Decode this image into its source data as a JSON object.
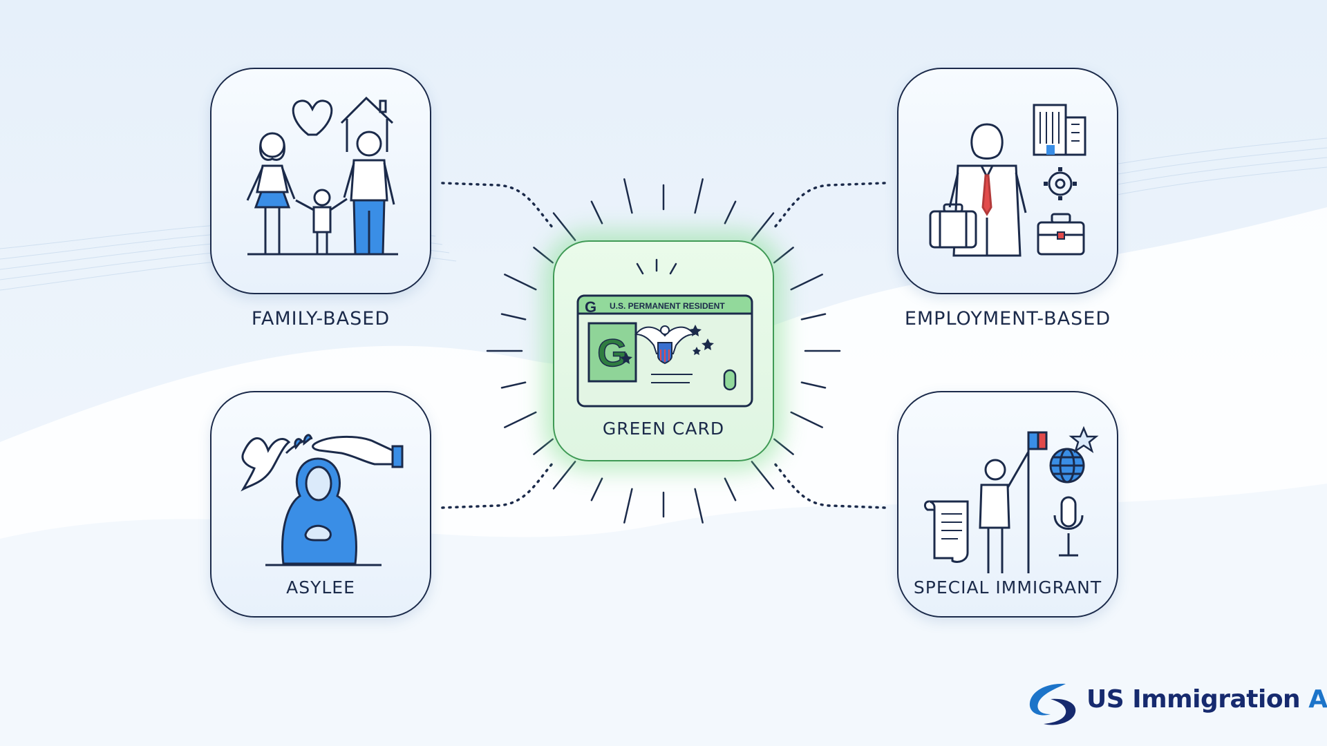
{
  "nodes": {
    "family": {
      "label": "FAMILY-BASED"
    },
    "employment": {
      "label": "EMPLOYMENT-BASED"
    },
    "asylee": {
      "label": "ASYLEE"
    },
    "special": {
      "label": "SPECIAL IMMIGRANT"
    },
    "center": {
      "label": "GREEN CARD",
      "card_header": "U.S. PERMANENT RESIDENT",
      "card_letter": "G"
    }
  },
  "icons": {
    "family": [
      "heart-icon",
      "house-icon",
      "family-icon"
    ],
    "employment": [
      "businessman-icon",
      "building-icon",
      "gear-icon",
      "suitcase-icon",
      "briefcase-icon"
    ],
    "asylee": [
      "dove-icon",
      "protecting-hand-icon",
      "hooded-person-icon"
    ],
    "special": [
      "scroll-icon",
      "person-with-flag-icon",
      "globe-icon",
      "star-icon",
      "microphone-icon"
    ],
    "center": [
      "green-card-icon",
      "eagle-seal-icon"
    ]
  },
  "brand": {
    "name": "US Immigration",
    "suffix": "AI",
    "logo_icon": "swoosh-logo-icon"
  },
  "colors": {
    "outline": "#1b2a4a",
    "accent_blue": "#3a8ee6",
    "accent_green": "#3f9a55",
    "brand_navy": "#162a6e",
    "brand_blue": "#1c74c9"
  }
}
